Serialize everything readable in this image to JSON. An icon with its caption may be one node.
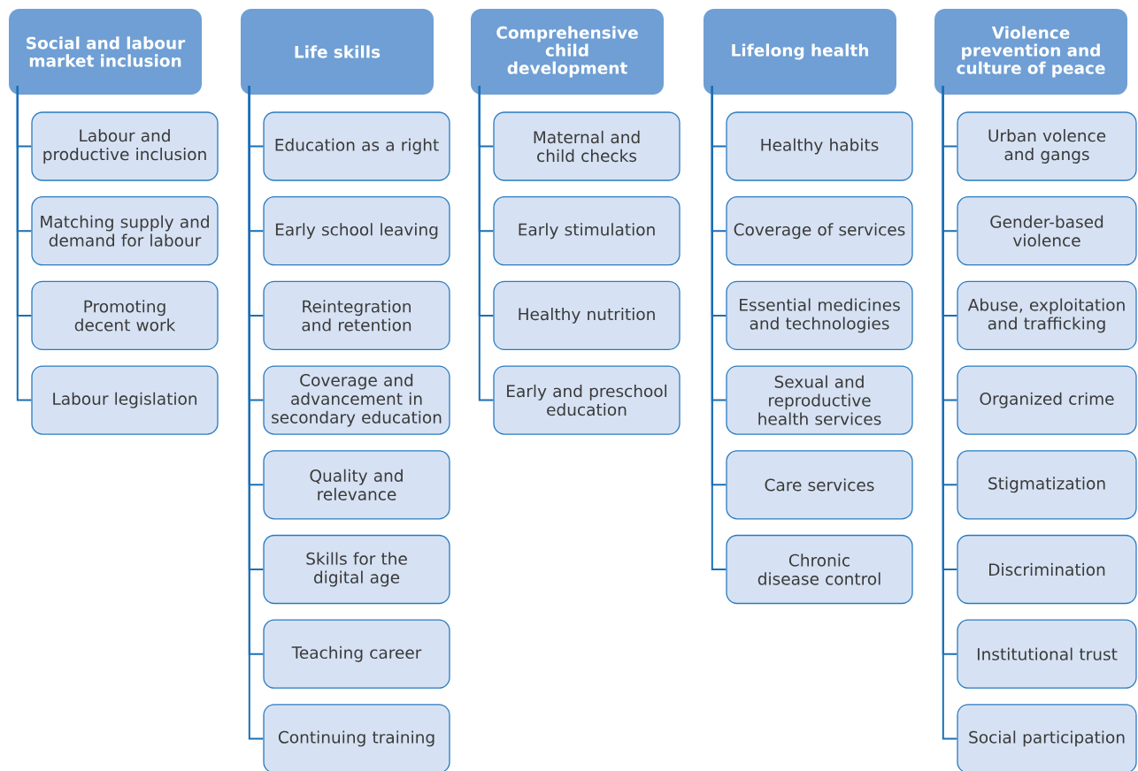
{
  "diagram": {
    "nodes": [
      {
        "text": [
          "Social and labour market inclusion"
        ]
      },
      {
        "text": [
          "Labour and productive inclusion"
        ]
      },
      {
        "text": [
          "Matching supply and demand for labour"
        ]
      },
      {
        "text": [
          "Promoting decent work"
        ]
      },
      {
        "text": [
          "Labour legislation"
        ]
      },
      {
        "text": [
          "Life skills"
        ]
      },
      {
        "text": [
          "Education as a right"
        ]
      },
      {
        "text": [
          "Early school leaving"
        ]
      },
      {
        "text": [
          "Reintegration and retention"
        ]
      },
      {
        "text": [
          "Coverage and advancement in secondary education"
        ]
      },
      {
        "text": [
          "Quality and relevance"
        ]
      },
      {
        "text": [
          "Skills for the digital age"
        ]
      },
      {
        "text": [
          "Teaching career"
        ]
      },
      {
        "text": [
          "Continuing training"
        ]
      },
      {
        "text": [
          "Comprehensive child development"
        ]
      },
      {
        "text": [
          "Maternal and child checks"
        ]
      },
      {
        "text": [
          "Early stimulation"
        ]
      },
      {
        "text": [
          "Healthy nutrition"
        ]
      },
      {
        "text": [
          "Early and preschool education"
        ]
      },
      {
        "text": [
          "Lifelong health"
        ]
      },
      {
        "text": [
          "Healthy habits"
        ]
      },
      {
        "text": [
          "Coverage of services"
        ]
      },
      {
        "text": [
          "Essential medicines and technologies"
        ]
      },
      {
        "text": [
          "Sexual and reproductive health services"
        ]
      },
      {
        "text": [
          "Care services"
        ]
      },
      {
        "text": [
          "Chronic disease control"
        ]
      },
      {
        "text": [
          "Violence prevention and culture of peace"
        ]
      },
      {
        "text": [
          "Urban volence and gangs"
        ]
      },
      {
        "text": [
          "Gender-based violence"
        ]
      },
      {
        "text": [
          "Abuse, exploitation and trafficking"
        ]
      },
      {
        "text": [
          "Organized crime"
        ]
      },
      {
        "text": [
          "Stigmatization"
        ]
      },
      {
        "text": [
          "Discrimination"
        ]
      },
      {
        "text": [
          "Institutional trust"
        ]
      },
      {
        "text": [
          "Social participation"
        ]
      }
    ],
    "edges": [
      {
        "from": 0,
        "to": 1,
        "arrow": "none"
      },
      {
        "from": 0,
        "to": 2,
        "arrow": "none"
      },
      {
        "from": 0,
        "to": 3,
        "arrow": "none"
      },
      {
        "from": 0,
        "to": 4,
        "arrow": "none"
      },
      {
        "from": 5,
        "to": 6,
        "arrow": "none"
      },
      {
        "from": 5,
        "to": 7,
        "arrow": "none"
      },
      {
        "from": 5,
        "to": 8,
        "arrow": "none"
      },
      {
        "from": 5,
        "to": 9,
        "arrow": "none"
      },
      {
        "from": 5,
        "to": 10,
        "arrow": "none"
      },
      {
        "from": 5,
        "to": 11,
        "arrow": "none"
      },
      {
        "from": 5,
        "to": 12,
        "arrow": "none"
      },
      {
        "from": 5,
        "to": 13,
        "arrow": "none"
      },
      {
        "from": 14,
        "to": 15,
        "arrow": "none"
      },
      {
        "from": 14,
        "to": 16,
        "arrow": "none"
      },
      {
        "from": 14,
        "to": 17,
        "arrow": "none"
      },
      {
        "from": 14,
        "to": 18,
        "arrow": "none"
      },
      {
        "from": 19,
        "to": 20,
        "arrow": "none"
      },
      {
        "from": 19,
        "to": 21,
        "arrow": "none"
      },
      {
        "from": 19,
        "to": 22,
        "arrow": "none"
      },
      {
        "from": 19,
        "to": 23,
        "arrow": "none"
      },
      {
        "from": 19,
        "to": 24,
        "arrow": "none"
      },
      {
        "from": 19,
        "to": 25,
        "arrow": "none"
      },
      {
        "from": 26,
        "to": 27,
        "arrow": "none"
      },
      {
        "from": 26,
        "to": 28,
        "arrow": "none"
      },
      {
        "from": 26,
        "to": 29,
        "arrow": "none"
      },
      {
        "from": 26,
        "to": 30,
        "arrow": "none"
      },
      {
        "from": 26,
        "to": 31,
        "arrow": "none"
      },
      {
        "from": 26,
        "to": 32,
        "arrow": "none"
      },
      {
        "from": 26,
        "to": 33,
        "arrow": "none"
      },
      {
        "from": 26,
        "to": 34,
        "arrow": "none"
      }
    ]
  }
}
